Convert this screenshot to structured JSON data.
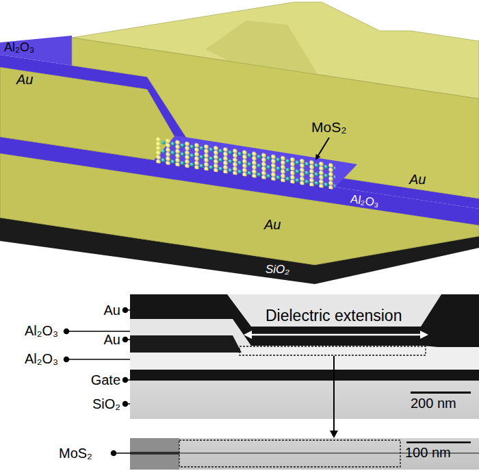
{
  "diagram": {
    "labels": [
      "Al₂O₃",
      "Au",
      "MoS₂",
      "Au",
      "Al₂O₃",
      "Au",
      "SiO₂",
      "Au",
      "Al₂O₃",
      "Au",
      "Al₂O₃",
      "Gate",
      "SiO₂",
      "Dielectric extension",
      "200 nm",
      "MoS₂",
      "100 nm"
    ]
  }
}
